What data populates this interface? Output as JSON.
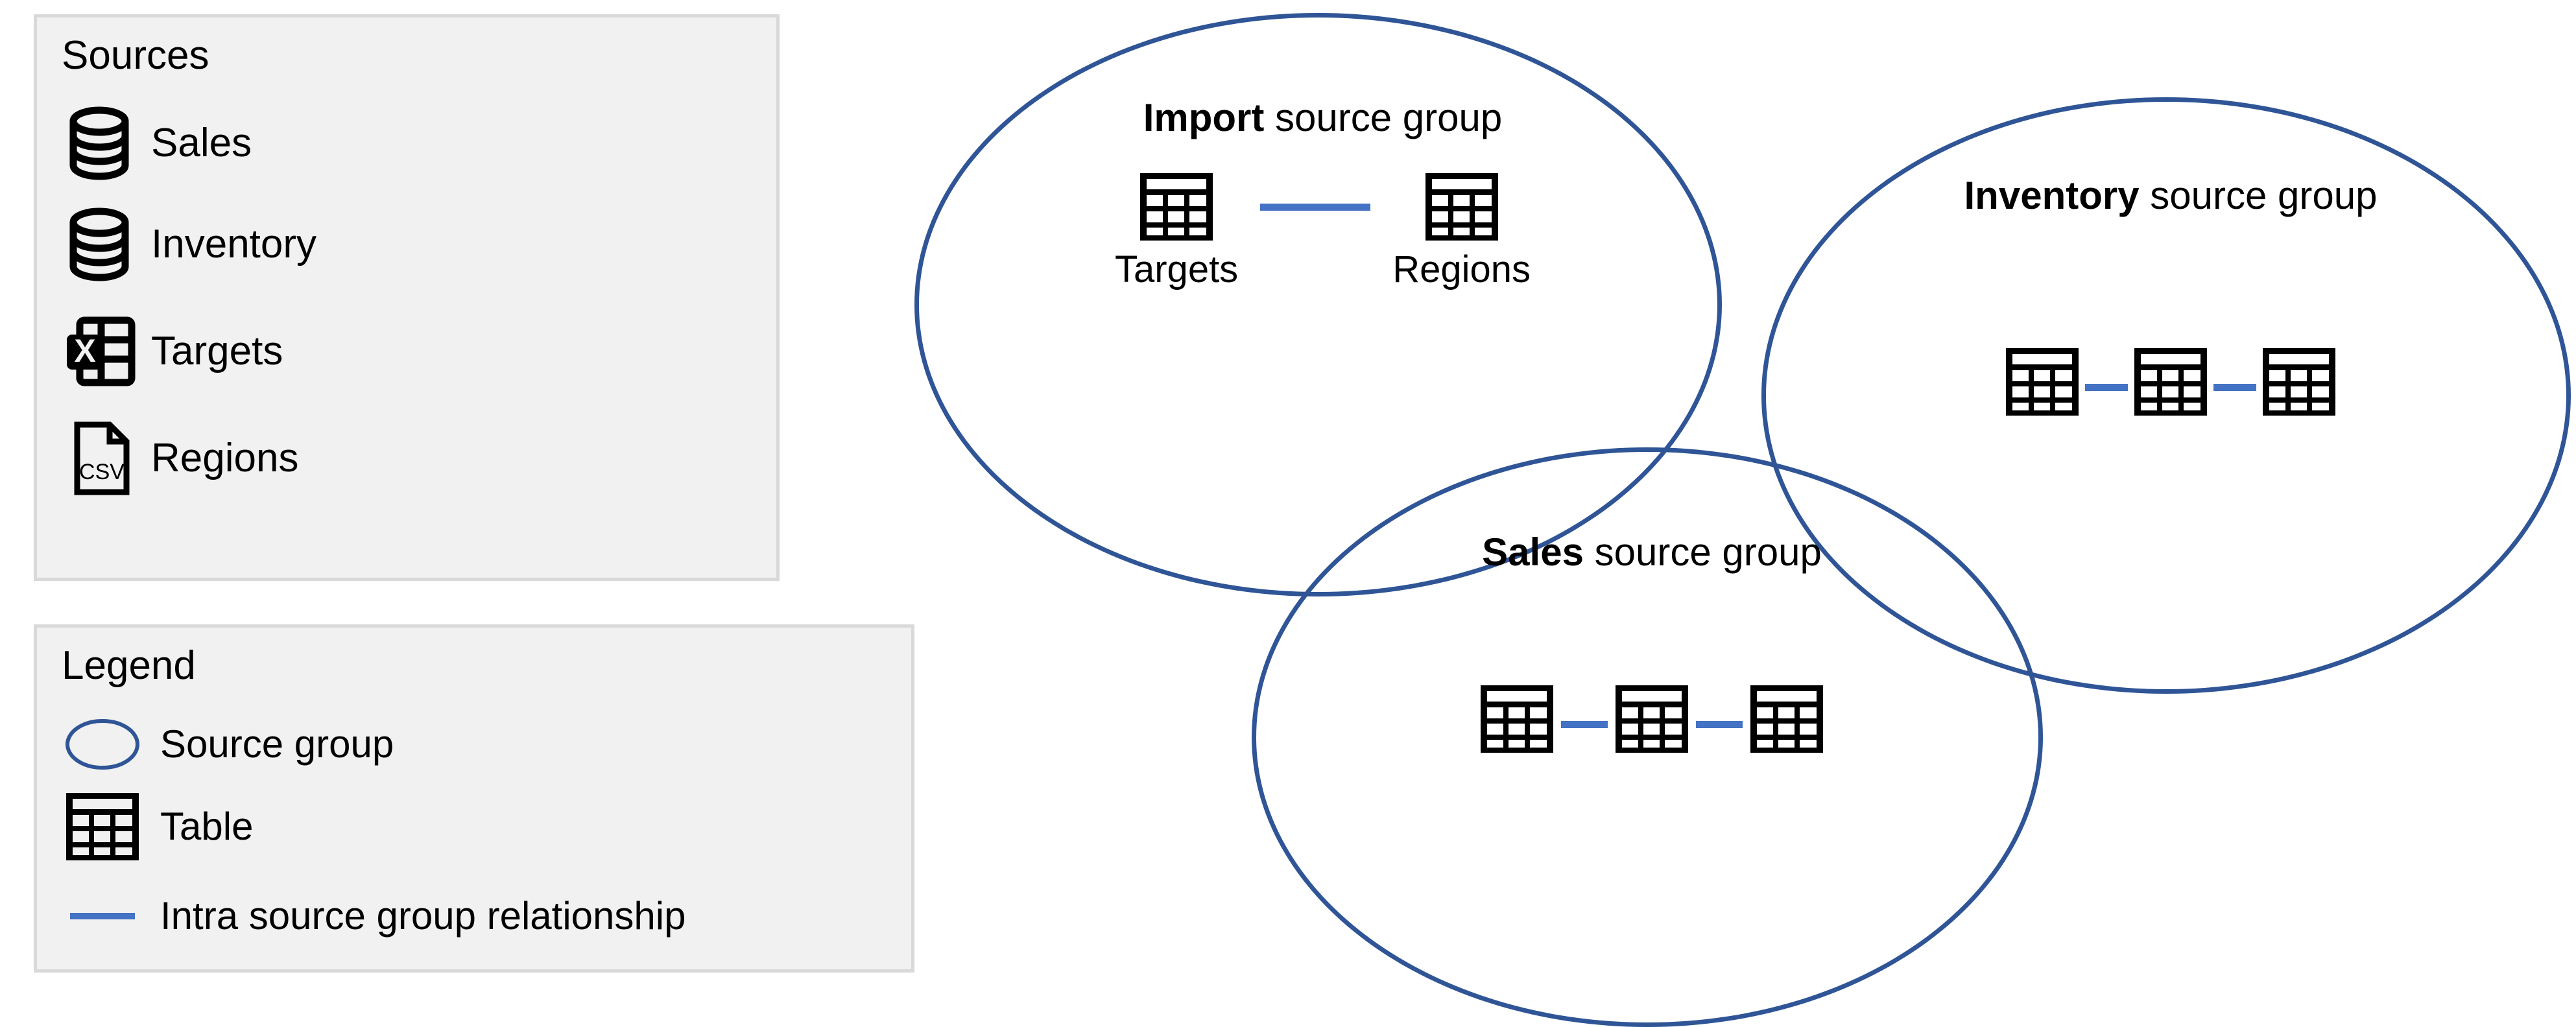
{
  "sources_panel": {
    "title": "Sources",
    "items": [
      {
        "label": "Sales",
        "icon": "database-icon"
      },
      {
        "label": "Inventory",
        "icon": "database-icon"
      },
      {
        "label": "Targets",
        "icon": "excel-spreadsheet-icon"
      },
      {
        "label": "Regions",
        "icon": "csv-file-icon"
      }
    ]
  },
  "legend_panel": {
    "title": "Legend",
    "items": [
      {
        "label": "Source group",
        "marker": "ellipse-outline-icon"
      },
      {
        "label": "Table",
        "marker": "table-icon"
      },
      {
        "label": "Intra source group relationship",
        "marker": "blue-line-icon"
      }
    ]
  },
  "groups": [
    {
      "id": "import",
      "name": "Import",
      "suffix": " source group",
      "tables": [
        {
          "label": "Targets"
        },
        {
          "label": "Regions"
        }
      ],
      "relationships": 1
    },
    {
      "id": "inventory",
      "name": "Inventory",
      "suffix": " source group",
      "tables": [
        {
          "label": ""
        },
        {
          "label": ""
        },
        {
          "label": ""
        }
      ],
      "relationships": 2
    },
    {
      "id": "sales",
      "name": "Sales",
      "suffix": " source group",
      "tables": [
        {
          "label": ""
        },
        {
          "label": ""
        },
        {
          "label": ""
        }
      ],
      "relationships": 2
    }
  ],
  "colors": {
    "ellipse_stroke": "#2F5597",
    "relationship_line": "#4472C4",
    "panel_fill": "#F1F1F1",
    "panel_border": "#D9D9D9",
    "icon_black": "#000000"
  }
}
